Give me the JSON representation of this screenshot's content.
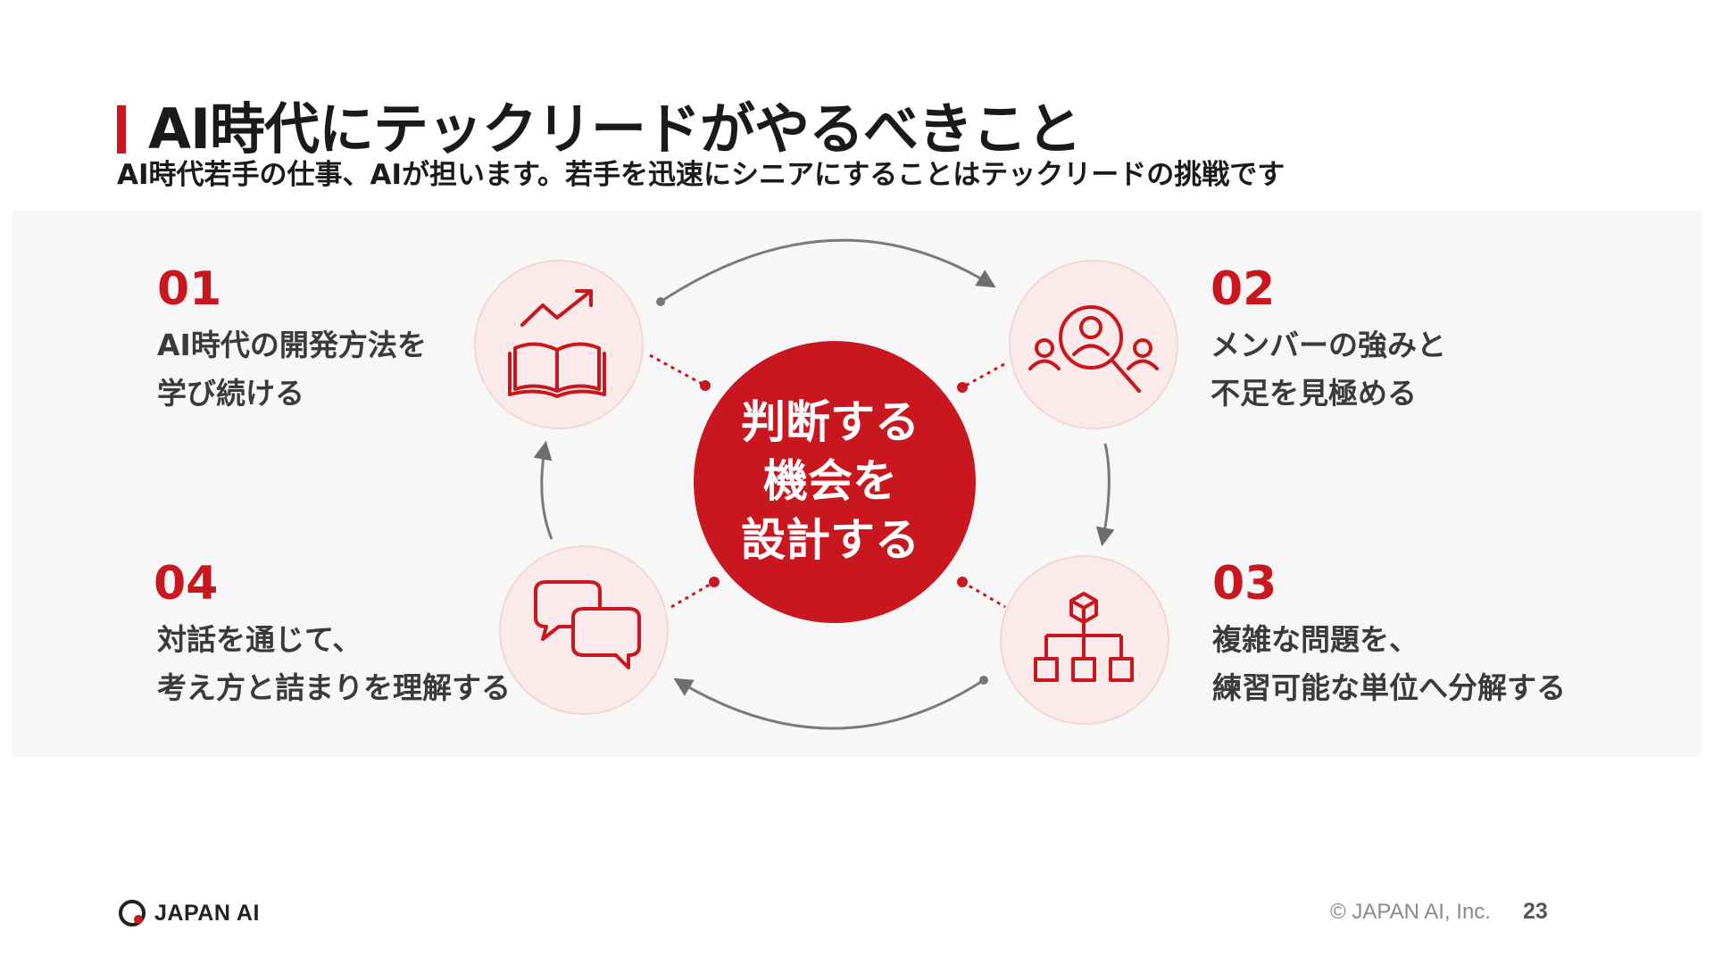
{
  "header": {
    "title": "AI時代にテックリードがやるべきこと",
    "subtitle": "AI時代若手の仕事、AIが担います。若手を迅速にシニアにすることはテックリードの挑戦です"
  },
  "diagram": {
    "center": "判断する\n機会を\n設計する",
    "steps": [
      {
        "num": "01",
        "text": "AI時代の開発方法を\n学び続ける",
        "icon": "book-growth-icon"
      },
      {
        "num": "02",
        "text": "メンバーの強みと\n不足を見極める",
        "icon": "people-search-icon"
      },
      {
        "num": "03",
        "text": "複雑な問題を、\n練習可能な単位へ分解する",
        "icon": "hierarchy-icon"
      },
      {
        "num": "04",
        "text": "対話を通じて、\n考え方と詰まりを理解する",
        "icon": "chat-bubbles-icon"
      }
    ]
  },
  "footer": {
    "logo": "JAPAN AI",
    "copyright": "© JAPAN AI, Inc.",
    "page": "23"
  },
  "colors": {
    "accent": "#c8171e",
    "circle_bg": "#fbeaea",
    "arrow": "#7a7a7a"
  }
}
